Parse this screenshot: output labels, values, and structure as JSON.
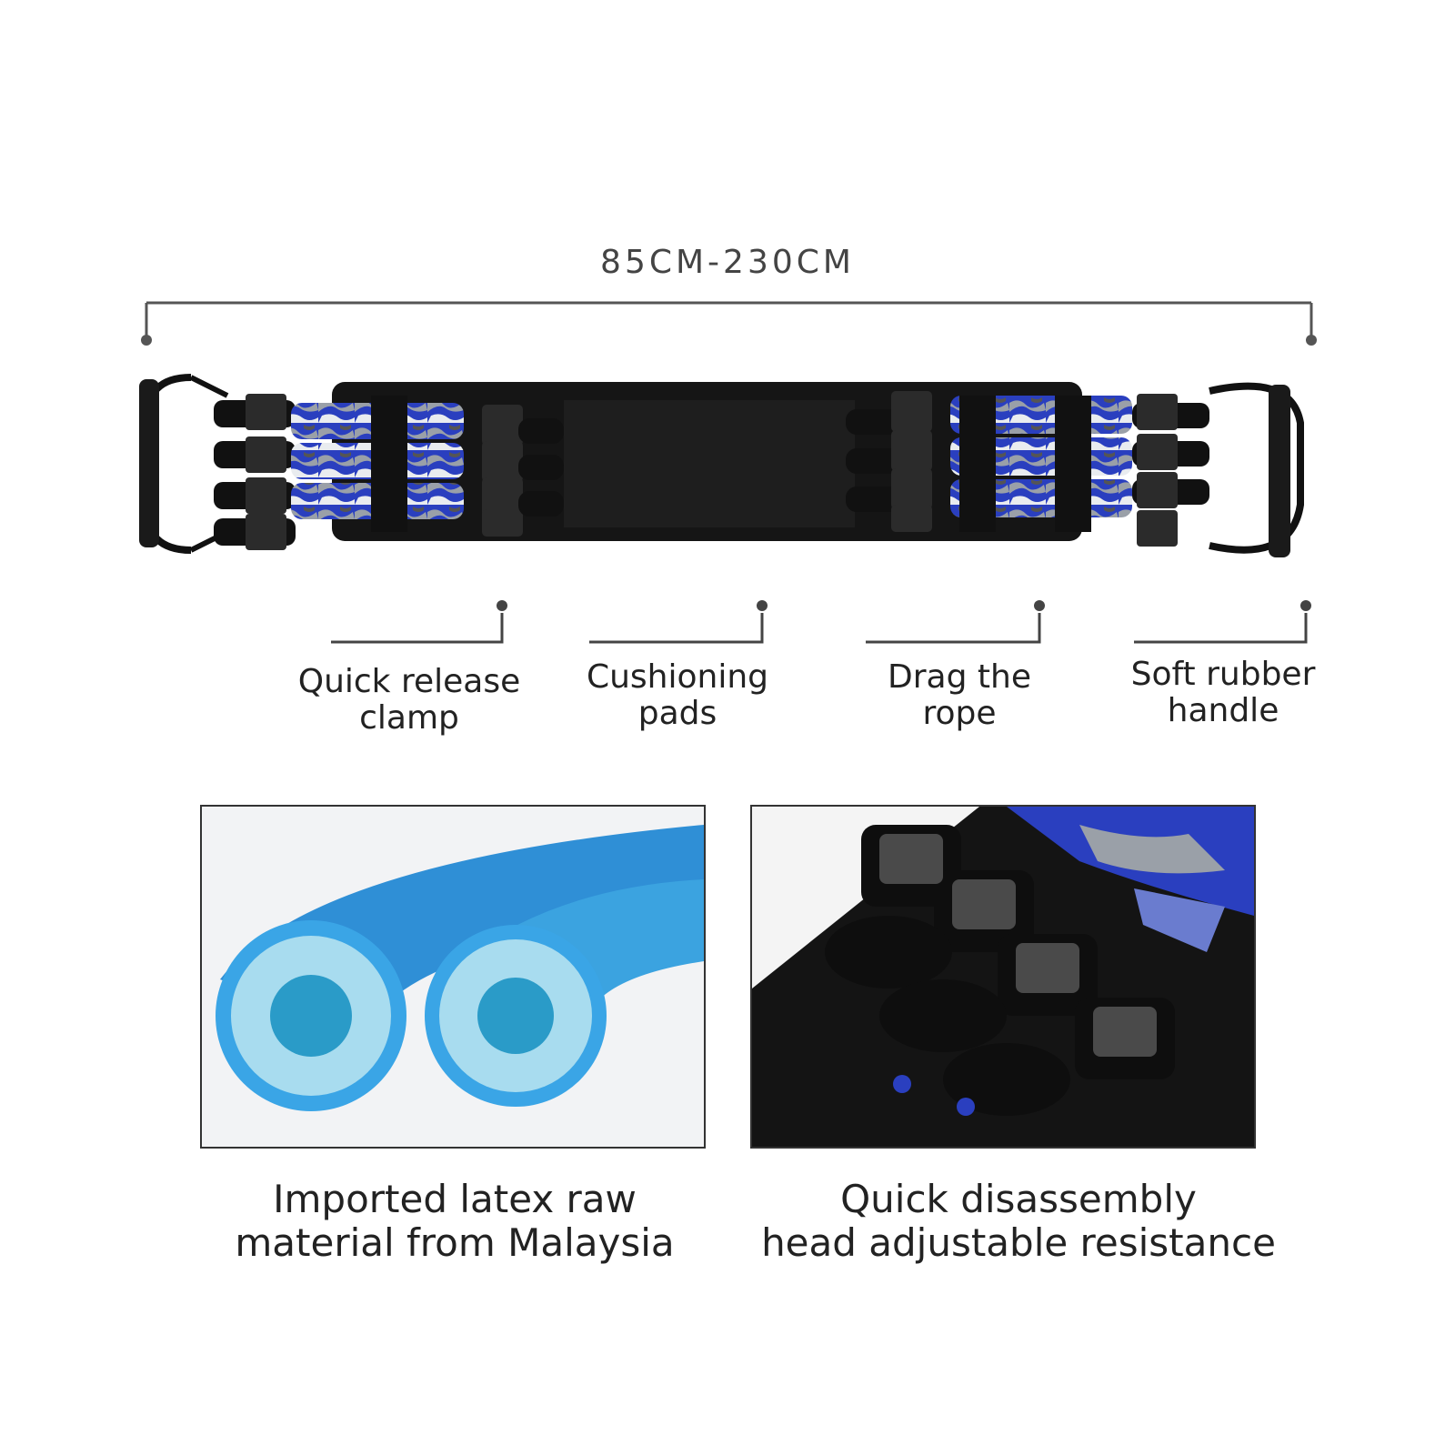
{
  "dimension": {
    "label": "85CM-230CM"
  },
  "callouts": [
    {
      "line1": "Quick release",
      "line2": "clamp"
    },
    {
      "line1": "Cushioning",
      "line2": "pads"
    },
    {
      "line1": "Drag the",
      "line2": "rope"
    },
    {
      "line1": "Soft rubber",
      "line2": "handle"
    }
  ],
  "features": [
    {
      "line1": "Imported latex raw",
      "line2": "material from Malaysia",
      "icon": "latex-tubes-photo"
    },
    {
      "line1": "Quick disassembly",
      "line2": "head adjustable resistance",
      "icon": "clamp-closeup-photo"
    }
  ],
  "colors": {
    "band_blue": "#2a3fbf",
    "tube_blue": "#3ba3e0",
    "belt_black": "#151515"
  }
}
